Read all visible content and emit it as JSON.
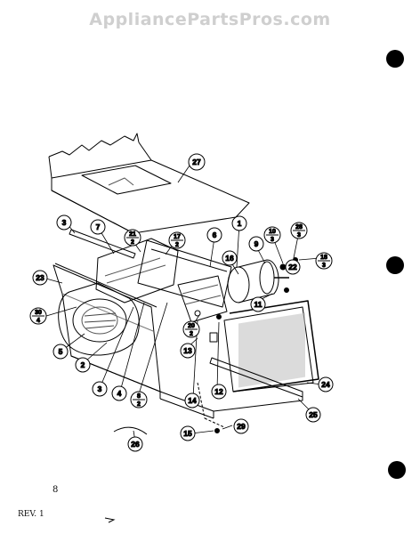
{
  "watermark": "AppliancePartsPros.com",
  "page_number": "8",
  "revision": "REV. 1",
  "callouts": [
    {
      "id": "c27",
      "label": "27"
    },
    {
      "id": "c3a",
      "label": "3"
    },
    {
      "id": "c7",
      "label": "7"
    },
    {
      "id": "c21",
      "num": "21",
      "den": "2"
    },
    {
      "id": "c17",
      "num": "17",
      "den": "2"
    },
    {
      "id": "c6",
      "label": "6"
    },
    {
      "id": "c1",
      "label": "1"
    },
    {
      "id": "c9",
      "label": "9"
    },
    {
      "id": "c10",
      "num": "10",
      "den": "3"
    },
    {
      "id": "c28",
      "num": "28",
      "den": "3"
    },
    {
      "id": "c18",
      "num": "18",
      "den": "3"
    },
    {
      "id": "c16",
      "label": "16"
    },
    {
      "id": "c22",
      "label": "22"
    },
    {
      "id": "c23",
      "label": "23"
    },
    {
      "id": "c30",
      "num": "30",
      "den": "4"
    },
    {
      "id": "c11",
      "label": "11"
    },
    {
      "id": "c5",
      "label": "5"
    },
    {
      "id": "c2",
      "label": "2"
    },
    {
      "id": "c20",
      "num": "20",
      "den": "2"
    },
    {
      "id": "c13",
      "label": "13"
    },
    {
      "id": "c3b",
      "label": "3"
    },
    {
      "id": "c4",
      "label": "4"
    },
    {
      "id": "c8",
      "num": "8",
      "den": "2"
    },
    {
      "id": "c14",
      "label": "14"
    },
    {
      "id": "c12",
      "label": "12"
    },
    {
      "id": "c24",
      "label": "24"
    },
    {
      "id": "c25",
      "label": "25"
    },
    {
      "id": "c15",
      "label": "15"
    },
    {
      "id": "c29",
      "label": "29"
    },
    {
      "id": "c26",
      "label": "26"
    }
  ]
}
